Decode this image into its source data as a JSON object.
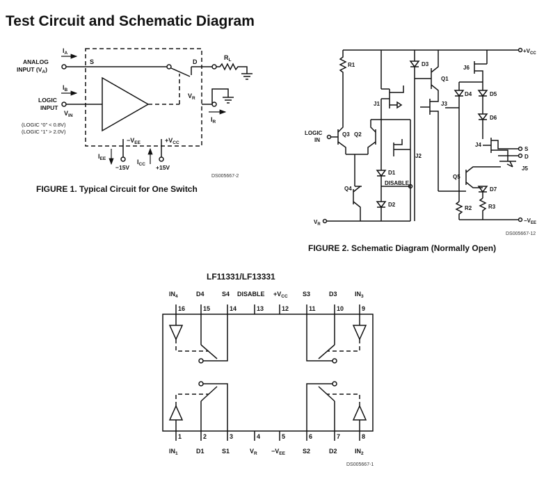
{
  "page_title": "Test Circuit and Schematic Diagram",
  "fig1": {
    "caption": "FIGURE 1. Typical Circuit for One Switch",
    "analog_input_l1": "ANALOG",
    "analog_input_l2": "INPUT (V",
    "analog_input_sub": "A",
    "analog_input_end": ")",
    "ia": "I",
    "ia_sub": "A",
    "ib": "I",
    "ib_sub": "B",
    "logic_input_l1": "LOGIC",
    "logic_input_l2": "INPUT",
    "vin": "V",
    "vin_sub": "IN",
    "logic0": "(LOGIC “0” < 0.8V)",
    "logic1": "(LOGIC “1” > 2.0V)",
    "pin_s": "S",
    "pin_d": "D",
    "rl": "R",
    "rl_sub": "L",
    "vr": "V",
    "vr_sub": "R",
    "ir": "I",
    "ir_sub": "R",
    "vee": "−V",
    "vee_sub": "EE",
    "vcc": "+V",
    "vcc_sub": "CC",
    "iee": "I",
    "iee_sub": "EE",
    "icc": "I",
    "icc_sub": "CC",
    "minus15": "−15V",
    "plus15": "+15V",
    "ds_code": "DS005667-2"
  },
  "fig2": {
    "caption": "FIGURE 2. Schematic Diagram (Normally Open)",
    "vcc": "+V",
    "vcc_sub": "CC",
    "vee": "−V",
    "vee_sub": "EE",
    "vr": "V",
    "vr_sub": "R",
    "logic_in_l1": "LOGIC",
    "logic_in_l2": "IN",
    "disable": "DISABLE",
    "s": "S",
    "d": "D",
    "r1": "R1",
    "r2": "R2",
    "r3": "R3",
    "q1": "Q1",
    "q2": "Q2",
    "q3": "Q3",
    "q4": "Q4",
    "q5": "Q5",
    "j1": "J1",
    "j2": "J2",
    "j3": "J3",
    "j4": "J4",
    "j5": "J5",
    "j6": "J6",
    "d1": "D1",
    "d2": "D2",
    "d3": "D3",
    "d4": "D4",
    "d5": "D5",
    "d6": "D6",
    "d7": "D7",
    "ds_code": "DS005667-12"
  },
  "fig3": {
    "part_title": "LF11331/LF13331",
    "top_pins": [
      {
        "num": "16",
        "label": "IN",
        "sub": "4"
      },
      {
        "num": "15",
        "label": "D4",
        "sub": ""
      },
      {
        "num": "14",
        "label": "S4",
        "sub": ""
      },
      {
        "num": "13",
        "label": "DISABLE",
        "sub": ""
      },
      {
        "num": "12",
        "label": "+V",
        "sub": "CC"
      },
      {
        "num": "11",
        "label": "S3",
        "sub": ""
      },
      {
        "num": "10",
        "label": "D3",
        "sub": ""
      },
      {
        "num": "9",
        "label": "IN",
        "sub": "3"
      }
    ],
    "bottom_pins": [
      {
        "num": "1",
        "label": "IN",
        "sub": "1"
      },
      {
        "num": "2",
        "label": "D1",
        "sub": ""
      },
      {
        "num": "3",
        "label": "S1",
        "sub": ""
      },
      {
        "num": "4",
        "label": "V",
        "sub": "R"
      },
      {
        "num": "5",
        "label": "−V",
        "sub": "EE"
      },
      {
        "num": "6",
        "label": "S2",
        "sub": ""
      },
      {
        "num": "7",
        "label": "D2",
        "sub": ""
      },
      {
        "num": "8",
        "label": "IN",
        "sub": "2"
      }
    ],
    "ds_code": "DS005667-1"
  }
}
